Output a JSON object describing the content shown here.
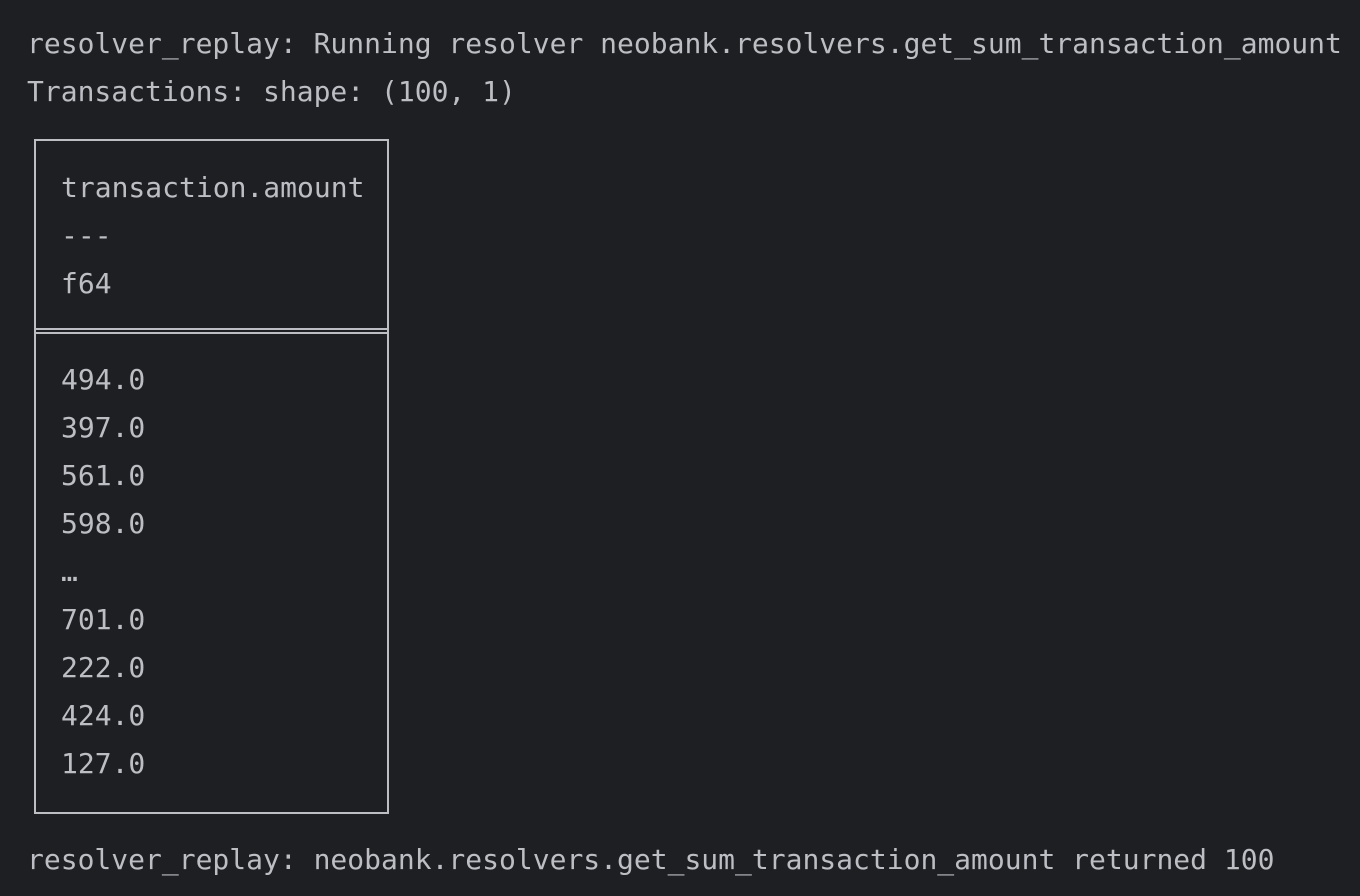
{
  "terminal": {
    "lines": {
      "run": "resolver_replay: Running resolver neobank.resolvers.get_sum_transaction_amount o",
      "shape": "Transactions: shape: (100, 1)",
      "result": "resolver_replay: neobank.resolvers.get_sum_transaction_amount returned 100"
    },
    "table": {
      "header": "transaction.amount",
      "divider": "---",
      "dtype": "f64",
      "rows": [
        "494.0",
        "397.0",
        "561.0",
        "598.0",
        "…",
        "701.0",
        "222.0",
        "424.0",
        "127.0"
      ]
    }
  },
  "colors": {
    "background": "#1e1f22",
    "text": "#bcbec4"
  }
}
